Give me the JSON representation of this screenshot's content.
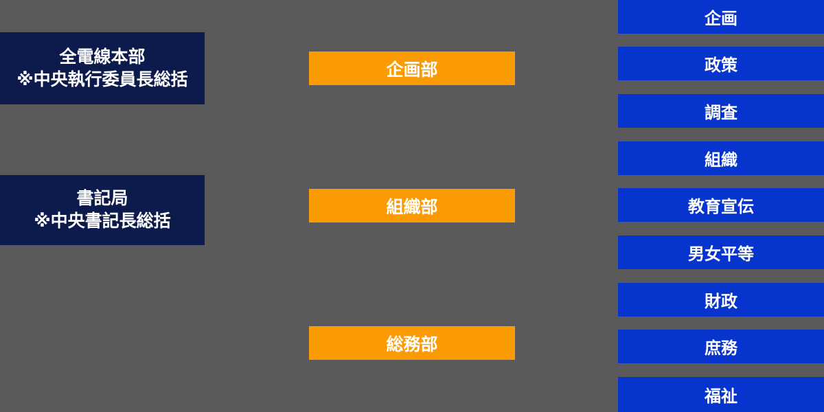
{
  "palette": {
    "background": "#5a5a5a",
    "headquarters_box": "#0c1a4c",
    "department_box": "#fb9b04",
    "section_box": "#0734cc",
    "box_text": "#ffffff"
  },
  "org_chart": {
    "headquarters": [
      {
        "title": "全電線本部",
        "note": "※中央執行委員長総括"
      },
      {
        "title": "書記局",
        "note": "※中央書記長総括"
      }
    ],
    "departments": [
      {
        "label": "企画部"
      },
      {
        "label": "組織部"
      },
      {
        "label": "総務部"
      }
    ],
    "sections": [
      {
        "label": "企画"
      },
      {
        "label": "政策"
      },
      {
        "label": "調査"
      },
      {
        "label": "組織"
      },
      {
        "label": "教育宣伝"
      },
      {
        "label": "男女平等"
      },
      {
        "label": "財政"
      },
      {
        "label": "庶務"
      },
      {
        "label": "福祉"
      }
    ]
  }
}
